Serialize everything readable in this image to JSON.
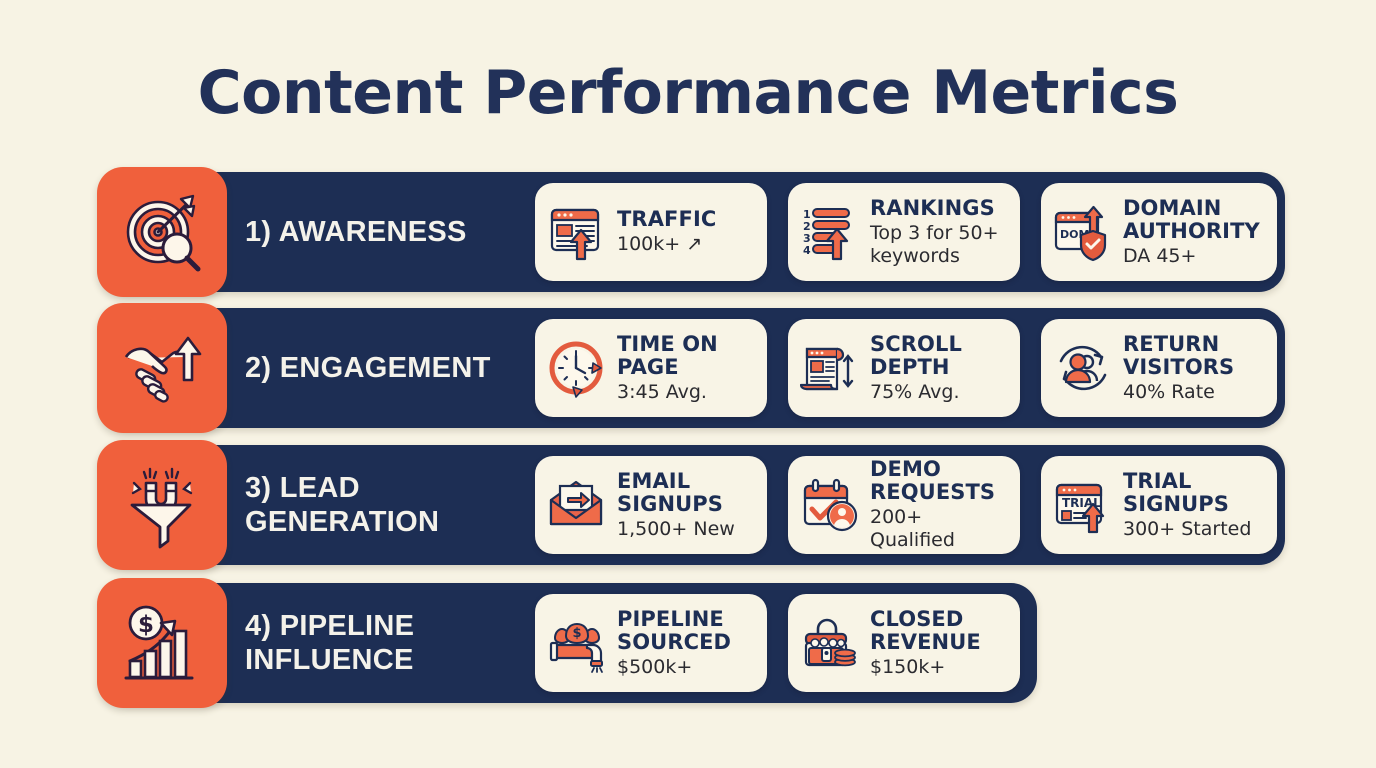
{
  "page": {
    "title": "Content Performance Metrics",
    "background_color": "#f7f3e4",
    "navy": "#1d2e54",
    "orange": "#f0603c",
    "card_bg": "#f8f4e6"
  },
  "rows": [
    {
      "number_label": "1)",
      "title_line1": "1) AWARENESS",
      "title_line2": "",
      "icon": "target-arrow-magnifier-icon",
      "cards": [
        {
          "label_line1": "TRAFFIC",
          "label_line2": "",
          "value": "100k+ ↗",
          "icon": "browser-window-uparrow-icon"
        },
        {
          "label_line1": "RANKINGS",
          "label_line2": "",
          "value": "Top 3 for 50+ keywords",
          "icon": "ranked-list-uparrow-icon",
          "list_numbers": [
            "1",
            "2",
            "3",
            "4"
          ]
        },
        {
          "label_line1": "DOMAIN",
          "label_line2": "AUTHORITY",
          "value": "DA 45+",
          "icon": "domain-shield-uparrow-icon",
          "mini_text": "DOM"
        }
      ]
    },
    {
      "number_label": "2)",
      "title_line1": "2) ENGAGEMENT",
      "title_line2": "",
      "icon": "handshake-uparrow-icon",
      "cards": [
        {
          "label_line1": "TIME ON",
          "label_line2": "PAGE",
          "value": "3:45 Avg.",
          "icon": "clock-icon"
        },
        {
          "label_line1": "SCROLL",
          "label_line2": "DEPTH",
          "value": "75% Avg.",
          "icon": "scroll-document-arrow-icon"
        },
        {
          "label_line1": "RETURN",
          "label_line2": "VISITORS",
          "value": "40% Rate",
          "icon": "users-refresh-icon"
        }
      ]
    },
    {
      "number_label": "3)",
      "title_line1": "3) LEAD",
      "title_line2": "GENERATION",
      "icon": "magnet-funnel-icon",
      "cards": [
        {
          "label_line1": "EMAIL",
          "label_line2": "SIGNUPS",
          "value": "1,500+ New",
          "icon": "envelope-arrow-icon"
        },
        {
          "label_line1": "DEMO",
          "label_line2": "REQUESTS",
          "value": "200+ Qualified",
          "icon": "calendar-check-user-icon"
        },
        {
          "label_line1": "TRIAL",
          "label_line2": "SIGNUPS",
          "value": "300+ Started",
          "icon": "trial-browser-uparrow-icon",
          "mini_text": "TRIAL"
        }
      ]
    },
    {
      "number_label": "4)",
      "title_line1": "4) PIPELINE",
      "title_line2": "INFLUENCE",
      "icon": "dollar-growth-chart-icon",
      "cards": [
        {
          "label_line1": "PIPELINE",
          "label_line2": "SOURCED",
          "value": "$500k+",
          "icon": "pipe-moneybags-icon"
        },
        {
          "label_line1": "CLOSED",
          "label_line2": "REVENUE",
          "value": "$150k+",
          "icon": "treasure-chest-coins-icon"
        }
      ]
    }
  ]
}
